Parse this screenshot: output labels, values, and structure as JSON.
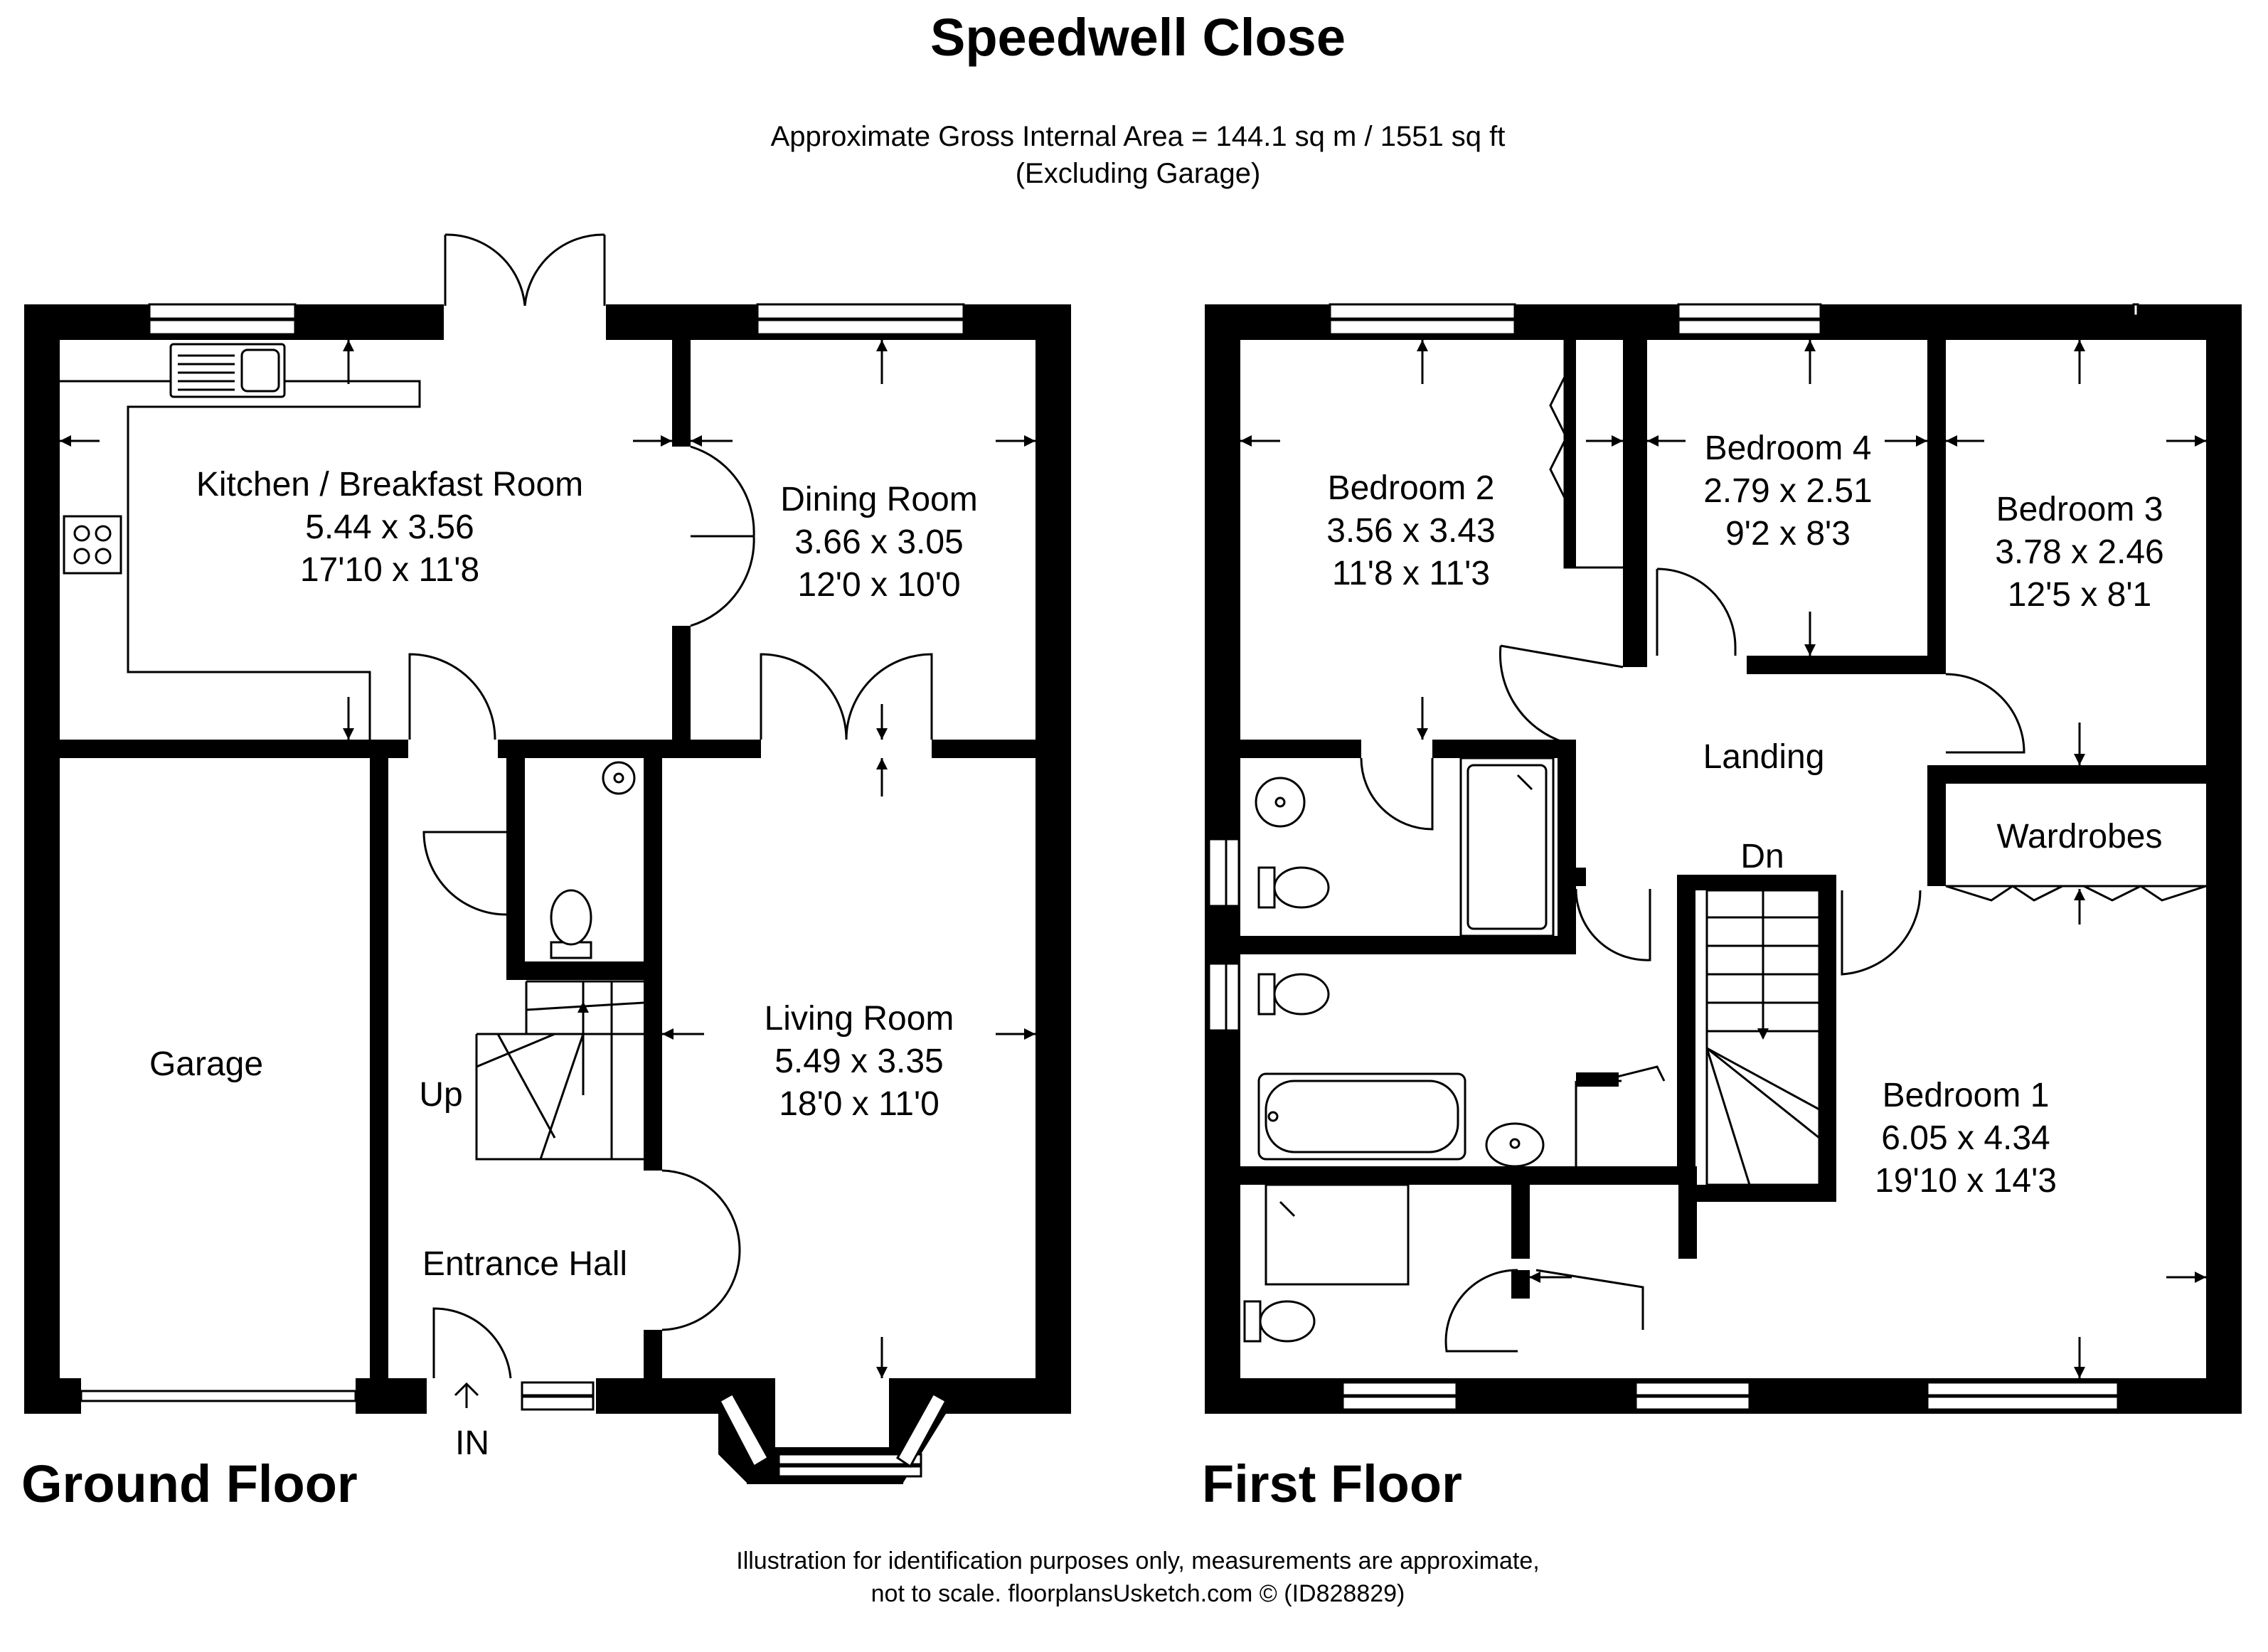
{
  "header": {
    "title": "Speedwell Close",
    "area_line": "Approximate Gross Internal Area = 144.1 sq m / 1551 sq ft",
    "area_note": "(Excluding Garage)"
  },
  "ground_floor": {
    "label": "Ground Floor",
    "rooms": {
      "kitchen": {
        "name": "Kitchen / Breakfast Room",
        "metric": "5.44 x 3.56",
        "imperial": "17'10 x 11'8"
      },
      "dining": {
        "name": "Dining Room",
        "metric": "3.66 x 3.05",
        "imperial": "12'0 x 10'0"
      },
      "living": {
        "name": "Living Room",
        "metric": "5.49 x 3.35",
        "imperial": "18'0 x 11'0"
      },
      "garage": {
        "name": "Garage"
      },
      "entrance": {
        "name": "Entrance Hall"
      }
    },
    "stairs_label": "Up",
    "entry_label": "IN"
  },
  "first_floor": {
    "label": "First Floor",
    "rooms": {
      "bedroom2": {
        "name": "Bedroom 2",
        "metric": "3.56 x 3.43",
        "imperial": "11'8 x 11'3"
      },
      "bedroom4": {
        "name": "Bedroom 4",
        "metric": "2.79 x 2.51",
        "imperial": "9'2 x 8'3"
      },
      "bedroom3": {
        "name": "Bedroom 3",
        "metric": "3.78 x 2.46",
        "imperial": "12'5 x 8'1"
      },
      "bedroom1": {
        "name": "Bedroom 1",
        "metric": "6.05 x 4.34",
        "imperial": "19'10 x 14'3"
      },
      "landing": {
        "name": "Landing"
      },
      "wardrobes": {
        "name": "Wardrobes"
      }
    },
    "stairs_label": "Dn"
  },
  "footer": {
    "line1": "Illustration for identification purposes only, measurements are approximate,",
    "line2": "not to scale. floorplansUsketch.com © (ID828829)"
  }
}
